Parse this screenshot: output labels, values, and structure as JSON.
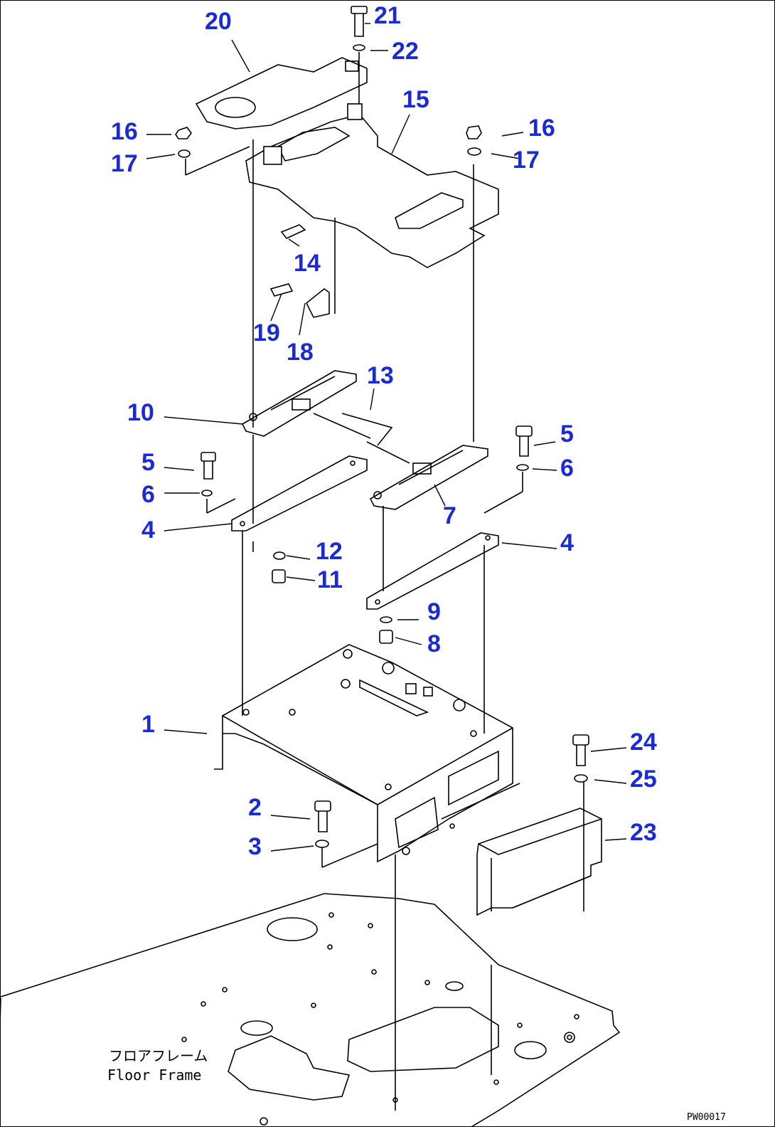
{
  "diagram": {
    "caption_jp": "フロアフレーム",
    "caption_en": "Floor Frame",
    "drawing_code": "PW00017",
    "label_color": "#1a2bd6",
    "parts": [
      {
        "id": "p20",
        "number": "20"
      },
      {
        "id": "p21",
        "number": "21"
      },
      {
        "id": "p22",
        "number": "22"
      },
      {
        "id": "p15",
        "number": "15"
      },
      {
        "id": "p16a",
        "number": "16"
      },
      {
        "id": "p17a",
        "number": "17"
      },
      {
        "id": "p16b",
        "number": "16"
      },
      {
        "id": "p17b",
        "number": "17"
      },
      {
        "id": "p14",
        "number": "14"
      },
      {
        "id": "p19",
        "number": "19"
      },
      {
        "id": "p18",
        "number": "18"
      },
      {
        "id": "p13",
        "number": "13"
      },
      {
        "id": "p10",
        "number": "10"
      },
      {
        "id": "p5a",
        "number": "5"
      },
      {
        "id": "p6a",
        "number": "6"
      },
      {
        "id": "p4a",
        "number": "4"
      },
      {
        "id": "p12",
        "number": "12"
      },
      {
        "id": "p11",
        "number": "11"
      },
      {
        "id": "p5b",
        "number": "5"
      },
      {
        "id": "p6b",
        "number": "6"
      },
      {
        "id": "p7",
        "number": "7"
      },
      {
        "id": "p4b",
        "number": "4"
      },
      {
        "id": "p9",
        "number": "9"
      },
      {
        "id": "p8",
        "number": "8"
      },
      {
        "id": "p1",
        "number": "1"
      },
      {
        "id": "p24",
        "number": "24"
      },
      {
        "id": "p25",
        "number": "25"
      },
      {
        "id": "p2",
        "number": "2"
      },
      {
        "id": "p3",
        "number": "3"
      },
      {
        "id": "p23",
        "number": "23"
      }
    ]
  }
}
